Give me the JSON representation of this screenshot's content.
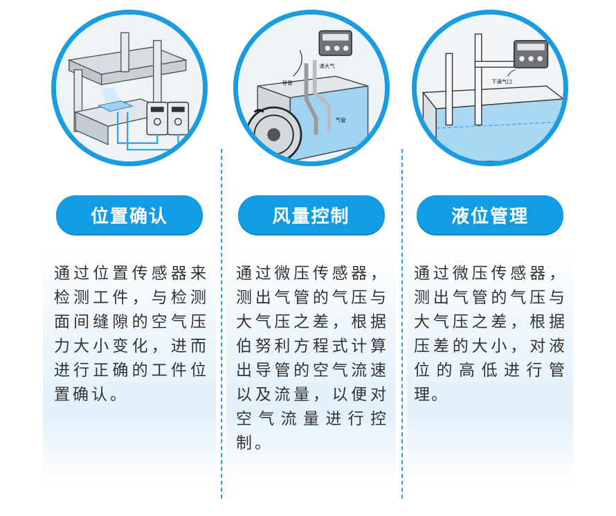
{
  "features": [
    {
      "title": "位置确认",
      "description": "通过位置传感器来检测工件，与检测面间缝隙的空气压力大小变化，进而进行正确的工件位置确认。",
      "image_labels": []
    },
    {
      "title": "风量控制",
      "description": "通过微压传感器，测出气管的气压与大气压之差，根据伯努利方程式计算出导管的空气流速以及流量，以便对空气流量进行控制。",
      "image_labels": [
        "导管",
        "通大气",
        "气管"
      ]
    },
    {
      "title": "液位管理",
      "description": "通过微压传感器，测出气管的气压与大气压之差，根据压差的大小，对液位的高低进行管理。",
      "image_labels": [
        "下通气口"
      ]
    }
  ],
  "colors": {
    "accent": "#119ce3",
    "ring": "#1a9de0",
    "text": "#333333",
    "divider": "#2b9fe0"
  }
}
